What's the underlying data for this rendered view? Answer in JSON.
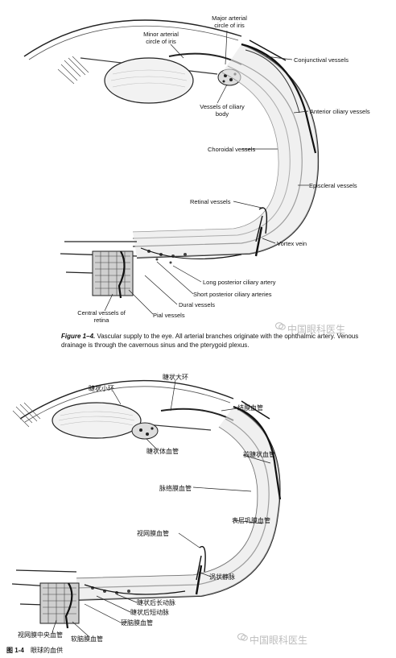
{
  "top_labels": {
    "major_arterial": "Major arterial circle of iris",
    "minor_arterial": "Minor arterial circle of iris",
    "conjunctival": "Conjunctival vessels",
    "ciliary_body": "Vessels of ciliary body",
    "anterior_ciliary": "Anterior ciliary vessels",
    "choroidal": "Choroidal vessels",
    "episcleral": "Episcleral vessels",
    "retinal": "Retinal vessels",
    "vortex": "Vortex vein",
    "long_posterior": "Long posterior ciliary artery",
    "short_posterior": "Short posterior ciliary arteries",
    "dural": "Dural vessels",
    "central": "Central vessels of retina",
    "pial": "Pial vessels"
  },
  "caption": {
    "figure": "Figure 1–4.",
    "text": "Vascular supply to the eye. All arterial branches originate with the ophthalmic artery. Venous drainage is through the cavernous sinus and the pterygoid plexus."
  },
  "bottom_labels": {
    "major_arterial": "睫状大环",
    "minor_arterial": "睫状小环",
    "conjunctival": "结膜血管",
    "ciliary_body": "睫状体血管",
    "anterior_ciliary": "前睫状血管",
    "choroidal": "脉络膜血管",
    "episcleral": "表层巩膜血管",
    "retinal": "视网膜血管",
    "vortex": "涡状静脉",
    "long_posterior": "睫状后长动脉",
    "short_posterior": "睫状后短动脉",
    "dural": "硬脑膜血管",
    "central": "视网膜中央血管",
    "pial": "软脑膜血管"
  },
  "zh_caption": {
    "num": "图 1-4",
    "text": "眼球的血供"
  },
  "watermark": "中国眼科医生"
}
